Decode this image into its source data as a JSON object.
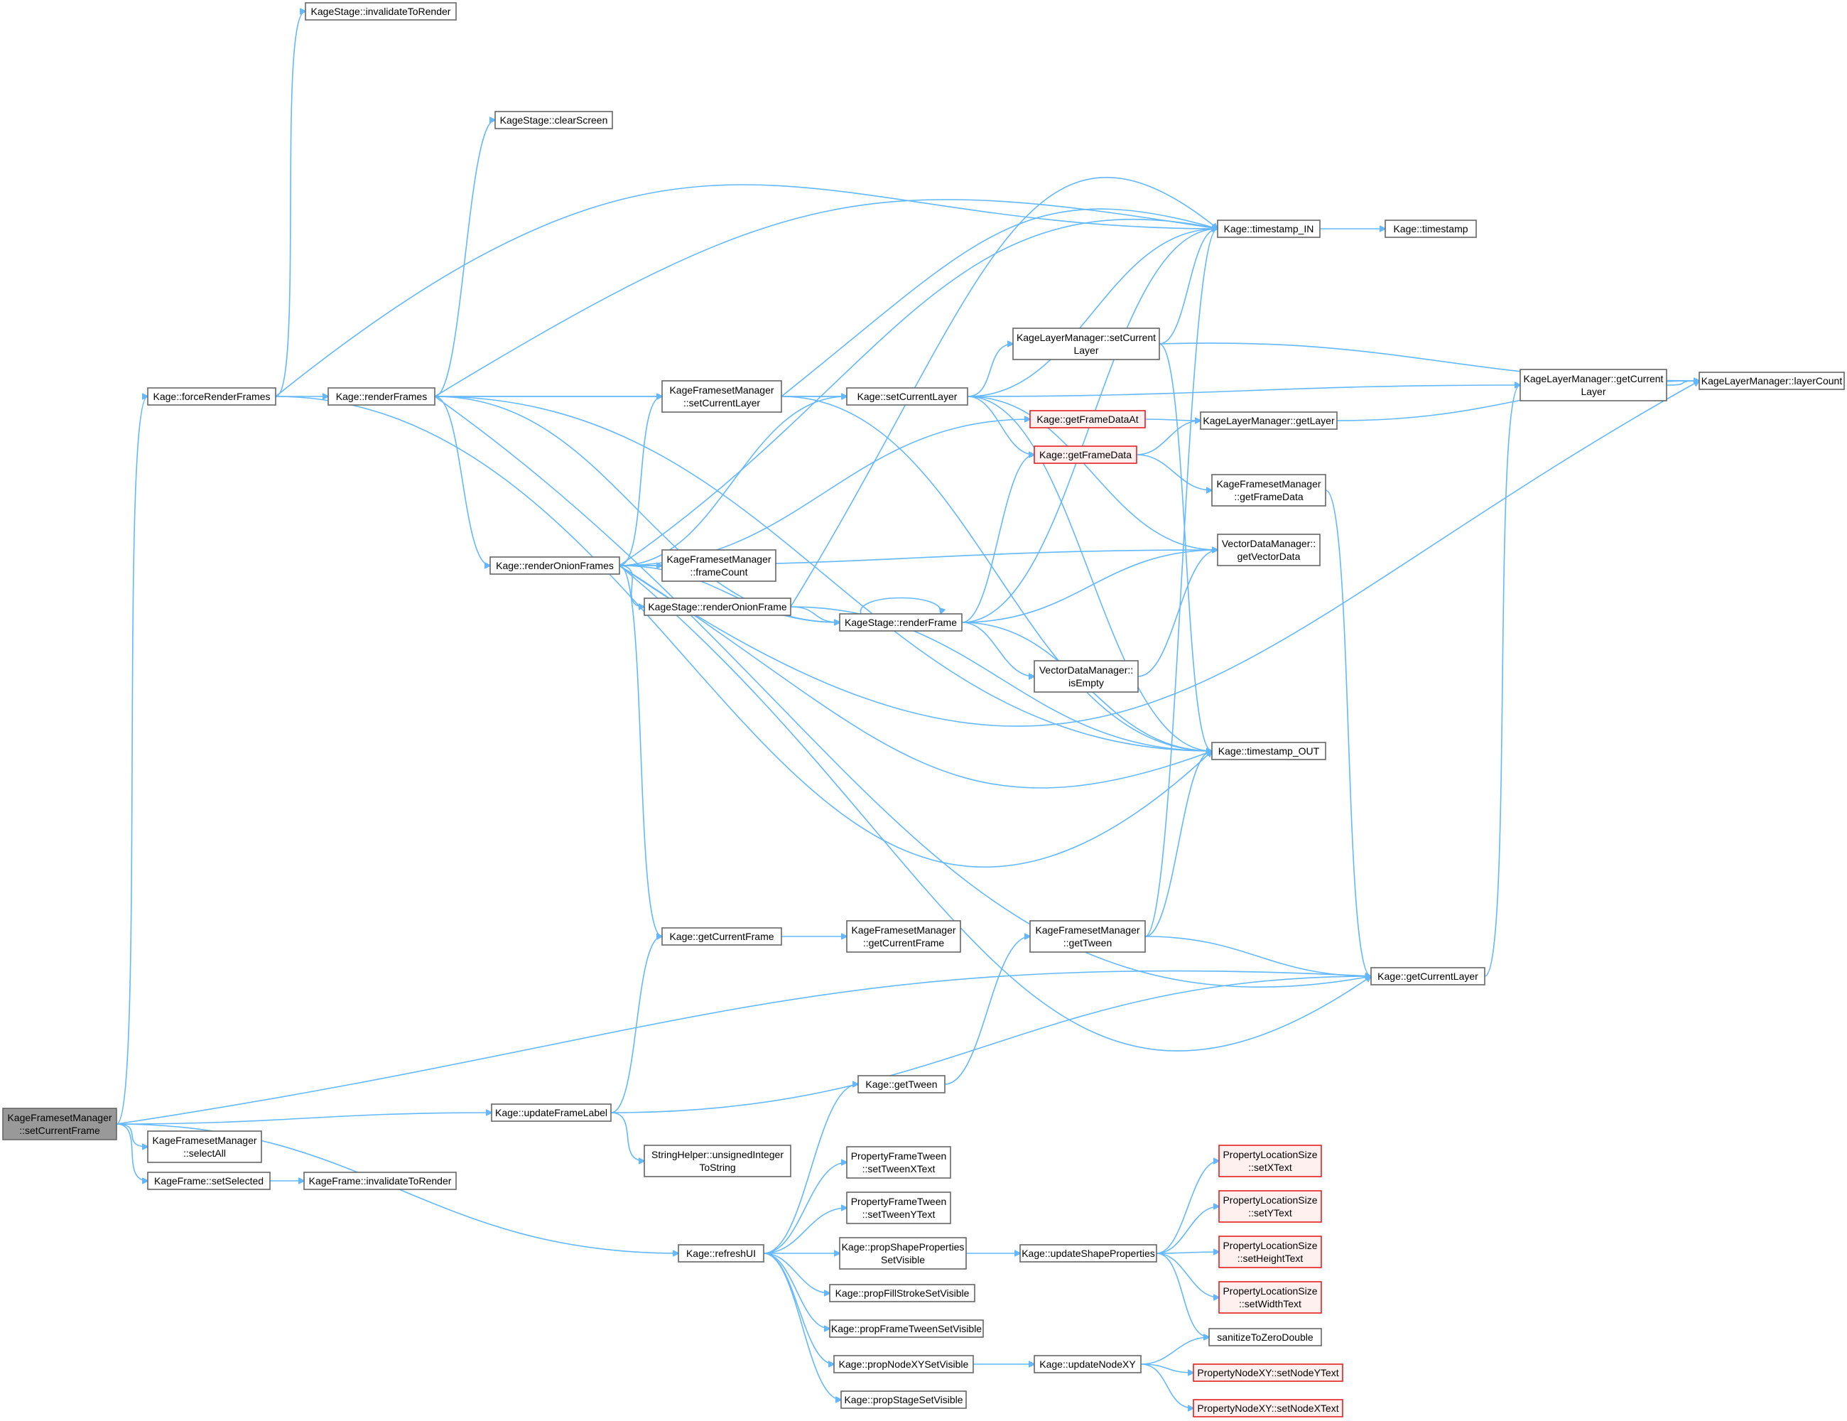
{
  "graph": {
    "colors": {
      "edge": "#63b8ff",
      "node_border": "#666666",
      "highlight_border": "#e02020",
      "highlight_fill": "#fff0f0",
      "root_fill": "#999999"
    },
    "nodes": [
      {
        "id": "root",
        "lines": [
          "KageFramesetManager",
          "::setCurrentFrame"
        ],
        "style": "root"
      },
      {
        "id": "forceRender",
        "lines": [
          "Kage::forceRenderFrames"
        ]
      },
      {
        "id": "invalidateStage",
        "lines": [
          "KageStage::invalidateToRender"
        ]
      },
      {
        "id": "renderFrames",
        "lines": [
          "Kage::renderFrames"
        ]
      },
      {
        "id": "clearScreen",
        "lines": [
          "KageStage::clearScreen"
        ]
      },
      {
        "id": "renderOnionFrames",
        "lines": [
          "Kage::renderOnionFrames"
        ]
      },
      {
        "id": "fsmSetCurrentLayer",
        "lines": [
          "KageFramesetManager",
          "::setCurrentLayer"
        ]
      },
      {
        "id": "fsmFrameCount",
        "lines": [
          "KageFramesetManager",
          "::frameCount"
        ]
      },
      {
        "id": "renderOnionFrame",
        "lines": [
          "KageStage::renderOnionFrame"
        ]
      },
      {
        "id": "getCurrentFrame",
        "lines": [
          "Kage::getCurrentFrame"
        ]
      },
      {
        "id": "fsmGetCurrentFrame",
        "lines": [
          "KageFramesetManager",
          "::getCurrentFrame"
        ]
      },
      {
        "id": "setCurrentLayer",
        "lines": [
          "Kage::setCurrentLayer"
        ]
      },
      {
        "id": "renderFrame",
        "lines": [
          "KageStage::renderFrame"
        ]
      },
      {
        "id": "timestampIn",
        "lines": [
          "Kage::timestamp_IN"
        ]
      },
      {
        "id": "timestamp",
        "lines": [
          "Kage::timestamp"
        ]
      },
      {
        "id": "timestampOut",
        "lines": [
          "Kage::timestamp_OUT"
        ]
      },
      {
        "id": "lmSetCurrentLayer",
        "lines": [
          "KageLayerManager::setCurrent",
          "Layer"
        ]
      },
      {
        "id": "getFrameDataAt",
        "lines": [
          "Kage::getFrameDataAt"
        ],
        "style": "red"
      },
      {
        "id": "getFrameData",
        "lines": [
          "Kage::getFrameData"
        ],
        "style": "red"
      },
      {
        "id": "vdmIsEmpty",
        "lines": [
          "VectorDataManager::",
          "isEmpty"
        ]
      },
      {
        "id": "fsmGetTween",
        "lines": [
          "KageFramesetManager",
          "::getTween"
        ]
      },
      {
        "id": "lmGetLayer",
        "lines": [
          "KageLayerManager::getLayer"
        ]
      },
      {
        "id": "fsmGetFrameData",
        "lines": [
          "KageFramesetManager",
          "::getFrameData"
        ]
      },
      {
        "id": "vdmGetVectorData",
        "lines": [
          "VectorDataManager::",
          "getVectorData"
        ]
      },
      {
        "id": "lmGetCurrentLayer",
        "lines": [
          "KageLayerManager::getCurrent",
          "Layer"
        ]
      },
      {
        "id": "lmLayerCount",
        "lines": [
          "KageLayerManager::layerCount"
        ]
      },
      {
        "id": "getCurrentLayer",
        "lines": [
          "Kage::getCurrentLayer"
        ]
      },
      {
        "id": "updateFrameLabel",
        "lines": [
          "Kage::updateFrameLabel"
        ]
      },
      {
        "id": "fsmSelectAll",
        "lines": [
          "KageFramesetManager",
          "::selectAll"
        ]
      },
      {
        "id": "frameSetSelected",
        "lines": [
          "KageFrame::setSelected"
        ]
      },
      {
        "id": "frameInvalidate",
        "lines": [
          "KageFrame::invalidateToRender"
        ]
      },
      {
        "id": "stringHelper",
        "lines": [
          "StringHelper::unsignedInteger",
          "ToString"
        ]
      },
      {
        "id": "getTween",
        "lines": [
          "Kage::getTween"
        ]
      },
      {
        "id": "refreshUI",
        "lines": [
          "Kage::refreshUI"
        ]
      },
      {
        "id": "pftSetTweenX",
        "lines": [
          "PropertyFrameTween",
          "::setTweenXText"
        ]
      },
      {
        "id": "pftSetTweenY",
        "lines": [
          "PropertyFrameTween",
          "::setTweenYText"
        ]
      },
      {
        "id": "propShape",
        "lines": [
          "Kage::propShapeProperties",
          "SetVisible"
        ]
      },
      {
        "id": "propFillStroke",
        "lines": [
          "Kage::propFillStrokeSetVisible"
        ]
      },
      {
        "id": "propFrameTween",
        "lines": [
          "Kage::propFrameTweenSetVisible"
        ]
      },
      {
        "id": "propNodeXY",
        "lines": [
          "Kage::propNodeXYSetVisible"
        ]
      },
      {
        "id": "propStage",
        "lines": [
          "Kage::propStageSetVisible"
        ]
      },
      {
        "id": "updateShape",
        "lines": [
          "Kage::updateShapeProperties"
        ]
      },
      {
        "id": "updateNodeXY",
        "lines": [
          "Kage::updateNodeXY"
        ]
      },
      {
        "id": "plsSetX",
        "lines": [
          "PropertyLocationSize",
          "::setXText"
        ],
        "style": "red"
      },
      {
        "id": "plsSetY",
        "lines": [
          "PropertyLocationSize",
          "::setYText"
        ],
        "style": "red"
      },
      {
        "id": "plsSetHeight",
        "lines": [
          "PropertyLocationSize",
          "::setHeightText"
        ],
        "style": "red"
      },
      {
        "id": "plsSetWidth",
        "lines": [
          "PropertyLocationSize",
          "::setWidthText"
        ],
        "style": "red"
      },
      {
        "id": "sanitize",
        "lines": [
          "sanitizeToZeroDouble"
        ]
      },
      {
        "id": "pnxySetY",
        "lines": [
          "PropertyNodeXY::setNodeYText"
        ],
        "style": "red"
      },
      {
        "id": "pnxySetX",
        "lines": [
          "PropertyNodeXY::setNodeXText"
        ],
        "style": "red"
      }
    ],
    "edges": [
      [
        "root",
        "forceRender"
      ],
      [
        "root",
        "updateFrameLabel"
      ],
      [
        "root",
        "fsmSelectAll"
      ],
      [
        "root",
        "frameSetSelected"
      ],
      [
        "root",
        "refreshUI"
      ],
      [
        "root",
        "getCurrentLayer"
      ],
      [
        "forceRender",
        "invalidateStage"
      ],
      [
        "forceRender",
        "renderFrames"
      ],
      [
        "forceRender",
        "timestampIn"
      ],
      [
        "forceRender",
        "timestampOut"
      ],
      [
        "renderFrames",
        "clearScreen"
      ],
      [
        "renderFrames",
        "renderOnionFrames"
      ],
      [
        "renderFrames",
        "fsmSetCurrentLayer"
      ],
      [
        "renderFrames",
        "setCurrentLayer"
      ],
      [
        "renderFrames",
        "renderFrame"
      ],
      [
        "renderFrames",
        "timestampIn"
      ],
      [
        "renderFrames",
        "timestampOut"
      ],
      [
        "renderFrames",
        "getCurrentLayer"
      ],
      [
        "renderOnionFrames",
        "fsmFrameCount"
      ],
      [
        "renderOnionFrames",
        "renderOnionFrame"
      ],
      [
        "renderOnionFrames",
        "getCurrentFrame"
      ],
      [
        "renderOnionFrames",
        "fsmSetCurrentLayer"
      ],
      [
        "renderOnionFrames",
        "setCurrentLayer"
      ],
      [
        "renderOnionFrames",
        "renderFrame"
      ],
      [
        "renderOnionFrames",
        "timestampIn"
      ],
      [
        "renderOnionFrames",
        "timestampOut"
      ],
      [
        "renderOnionFrames",
        "getFrameDataAt"
      ],
      [
        "renderOnionFrames",
        "vdmGetVectorData"
      ],
      [
        "renderOnionFrames",
        "lmLayerCount"
      ],
      [
        "renderOnionFrames",
        "getCurrentLayer"
      ],
      [
        "fsmSetCurrentLayer",
        "setCurrentLayer"
      ],
      [
        "fsmSetCurrentLayer",
        "timestampIn"
      ],
      [
        "fsmSetCurrentLayer",
        "timestampOut"
      ],
      [
        "renderOnionFrame",
        "renderFrame"
      ],
      [
        "renderOnionFrame",
        "timestampIn"
      ],
      [
        "renderOnionFrame",
        "timestampOut"
      ],
      [
        "getCurrentFrame",
        "fsmGetCurrentFrame"
      ],
      [
        "setCurrentLayer",
        "lmSetCurrentLayer"
      ],
      [
        "setCurrentLayer",
        "lmGetCurrentLayer"
      ],
      [
        "setCurrentLayer",
        "getFrameData"
      ],
      [
        "setCurrentLayer",
        "vdmGetVectorData"
      ],
      [
        "setCurrentLayer",
        "timestampIn"
      ],
      [
        "setCurrentLayer",
        "timestampOut"
      ],
      [
        "renderFrame",
        "renderFrame"
      ],
      [
        "renderFrame",
        "getFrameData"
      ],
      [
        "renderFrame",
        "vdmGetVectorData"
      ],
      [
        "renderFrame",
        "vdmIsEmpty"
      ],
      [
        "renderFrame",
        "timestampIn"
      ],
      [
        "renderFrame",
        "timestampOut"
      ],
      [
        "timestampIn",
        "timestamp"
      ],
      [
        "lmSetCurrentLayer",
        "timestampIn"
      ],
      [
        "lmSetCurrentLayer",
        "lmLayerCount"
      ],
      [
        "lmSetCurrentLayer",
        "timestampOut"
      ],
      [
        "getFrameDataAt",
        "lmGetLayer"
      ],
      [
        "getFrameData",
        "lmGetLayer"
      ],
      [
        "getFrameData",
        "fsmGetFrameData"
      ],
      [
        "vdmIsEmpty",
        "vdmGetVectorData"
      ],
      [
        "fsmGetTween",
        "timestampIn"
      ],
      [
        "fsmGetTween",
        "timestampOut"
      ],
      [
        "fsmGetTween",
        "getCurrentLayer"
      ],
      [
        "lmGetLayer",
        "lmLayerCount"
      ],
      [
        "fsmGetFrameData",
        "getCurrentLayer"
      ],
      [
        "lmGetCurrentLayer",
        "lmLayerCount"
      ],
      [
        "getCurrentLayer",
        "lmGetCurrentLayer"
      ],
      [
        "updateFrameLabel",
        "getCurrentFrame"
      ],
      [
        "updateFrameLabel",
        "stringHelper"
      ],
      [
        "updateFrameLabel",
        "getCurrentLayer"
      ],
      [
        "frameSetSelected",
        "frameInvalidate"
      ],
      [
        "getTween",
        "fsmGetTween"
      ],
      [
        "refreshUI",
        "getTween"
      ],
      [
        "refreshUI",
        "pftSetTweenX"
      ],
      [
        "refreshUI",
        "pftSetTweenY"
      ],
      [
        "refreshUI",
        "propShape"
      ],
      [
        "refreshUI",
        "propFillStroke"
      ],
      [
        "refreshUI",
        "propFrameTween"
      ],
      [
        "refreshUI",
        "propNodeXY"
      ],
      [
        "refreshUI",
        "propStage"
      ],
      [
        "propShape",
        "updateShape"
      ],
      [
        "propNodeXY",
        "updateNodeXY"
      ],
      [
        "updateShape",
        "plsSetX"
      ],
      [
        "updateShape",
        "plsSetY"
      ],
      [
        "updateShape",
        "plsSetHeight"
      ],
      [
        "updateShape",
        "plsSetWidth"
      ],
      [
        "updateShape",
        "sanitize"
      ],
      [
        "updateNodeXY",
        "sanitize"
      ],
      [
        "updateNodeXY",
        "pnxySetY"
      ],
      [
        "updateNodeXY",
        "pnxySetX"
      ]
    ]
  }
}
